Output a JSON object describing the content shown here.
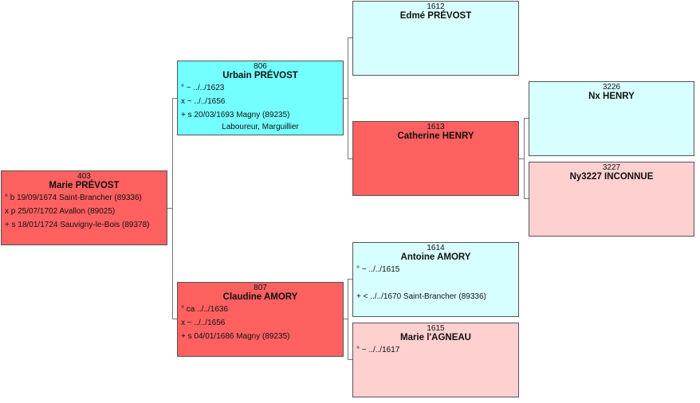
{
  "colors": {
    "female_root": "#ff6060",
    "male_known": "#73ffff",
    "male_anc": "#d8ffff",
    "female_anc": "#ffd0d0"
  },
  "p403": {
    "num": "403",
    "name": "Marie PRÉVOST",
    "e1": "° b 19/09/1674 Saint-Brancher (89336)",
    "e2": "x p 25/07/1702 Avallon (89025)",
    "e3": "+ s 18/01/1724 Sauvigny-le-Bois (89378)"
  },
  "p806": {
    "num": "806",
    "name": "Urbain PRÉVOST",
    "e1": "° ~ ../../1623",
    "e2": "x ~ ../../1656",
    "e3": "+ s 20/03/1693 Magny (89235)",
    "occupation": "Laboureur, Marguillier"
  },
  "p807": {
    "num": "807",
    "name": "Claudine AMORY",
    "e1": "° ca ../../1636",
    "e2": "x ~ ../../1656",
    "e3": "+ s 04/01/1686 Magny (89235)"
  },
  "p1612": {
    "num": "1612",
    "name": "Edmé PRÉVOST"
  },
  "p1613": {
    "num": "1613",
    "name": "Catherine HENRY"
  },
  "p1614": {
    "num": "1614",
    "name": "Antoine AMORY",
    "e1": "° ~ ../../1615",
    "e3": "+ < ../../1670 Saint-Brancher (89336)"
  },
  "p1615": {
    "num": "1615",
    "name": "Marie l'AGNEAU",
    "e1": "° ~ ../../1617"
  },
  "p3226": {
    "num": "3226",
    "name": "Nx HENRY"
  },
  "p3227": {
    "num": "3227",
    "name": "Ny3227 INCONNUE"
  }
}
